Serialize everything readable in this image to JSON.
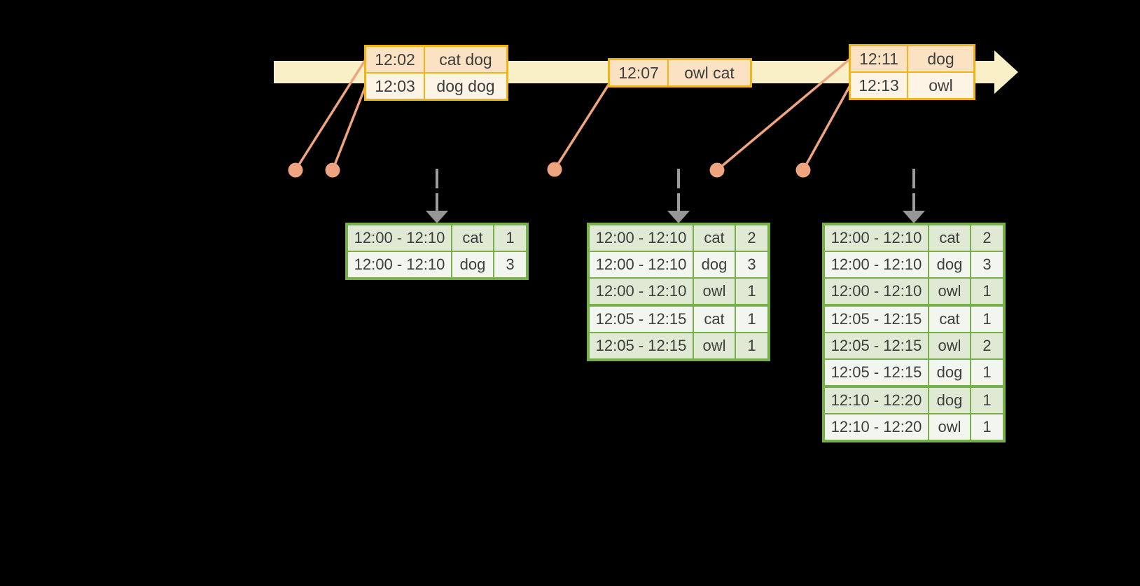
{
  "input_stream": {
    "batches": [
      {
        "rows": [
          {
            "time": "12:02",
            "words": "cat dog"
          },
          {
            "time": "12:03",
            "words": "dog dog"
          }
        ]
      },
      {
        "rows": [
          {
            "time": "12:07",
            "words": "owl cat"
          }
        ]
      },
      {
        "rows": [
          {
            "time": "12:11",
            "words": "dog"
          },
          {
            "time": "12:13",
            "words": "owl"
          }
        ]
      }
    ]
  },
  "result_tables": [
    {
      "rows": [
        {
          "window": "12:00 - 12:10",
          "word": "cat",
          "count": "1"
        },
        {
          "window": "12:00 - 12:10",
          "word": "dog",
          "count": "3"
        }
      ],
      "group_starts": []
    },
    {
      "rows": [
        {
          "window": "12:00 - 12:10",
          "word": "cat",
          "count": "2"
        },
        {
          "window": "12:00 - 12:10",
          "word": "dog",
          "count": "3"
        },
        {
          "window": "12:00 - 12:10",
          "word": "owl",
          "count": "1"
        },
        {
          "window": "12:05 - 12:15",
          "word": "cat",
          "count": "1"
        },
        {
          "window": "12:05 - 12:15",
          "word": "owl",
          "count": "1"
        }
      ],
      "group_starts": [
        3
      ]
    },
    {
      "rows": [
        {
          "window": "12:00 - 12:10",
          "word": "cat",
          "count": "2"
        },
        {
          "window": "12:00 - 12:10",
          "word": "dog",
          "count": "3"
        },
        {
          "window": "12:00 - 12:10",
          "word": "owl",
          "count": "1"
        },
        {
          "window": "12:05 - 12:15",
          "word": "cat",
          "count": "1"
        },
        {
          "window": "12:05 - 12:15",
          "word": "owl",
          "count": "2"
        },
        {
          "window": "12:05 - 12:15",
          "word": "dog",
          "count": "1"
        },
        {
          "window": "12:10 - 12:20",
          "word": "dog",
          "count": "1"
        },
        {
          "window": "12:10 - 12:20",
          "word": "owl",
          "count": "1"
        }
      ],
      "group_starts": [
        3,
        6
      ]
    }
  ],
  "colors": {
    "background": "#000000",
    "timeline_fill": "#FAF0C8",
    "event_table_border": "#F0B414",
    "event_row_dark": "#FAE2C2",
    "event_row_light": "#FDF4E6",
    "connector_salmon": "#EDA47F",
    "trigger_arrow_gray": "#9C9C9C",
    "result_table_border": "#76B04A",
    "result_row_green": "#DFE9D4",
    "result_row_white": "#F3F6EF",
    "table_text": "#3E3E3E"
  }
}
